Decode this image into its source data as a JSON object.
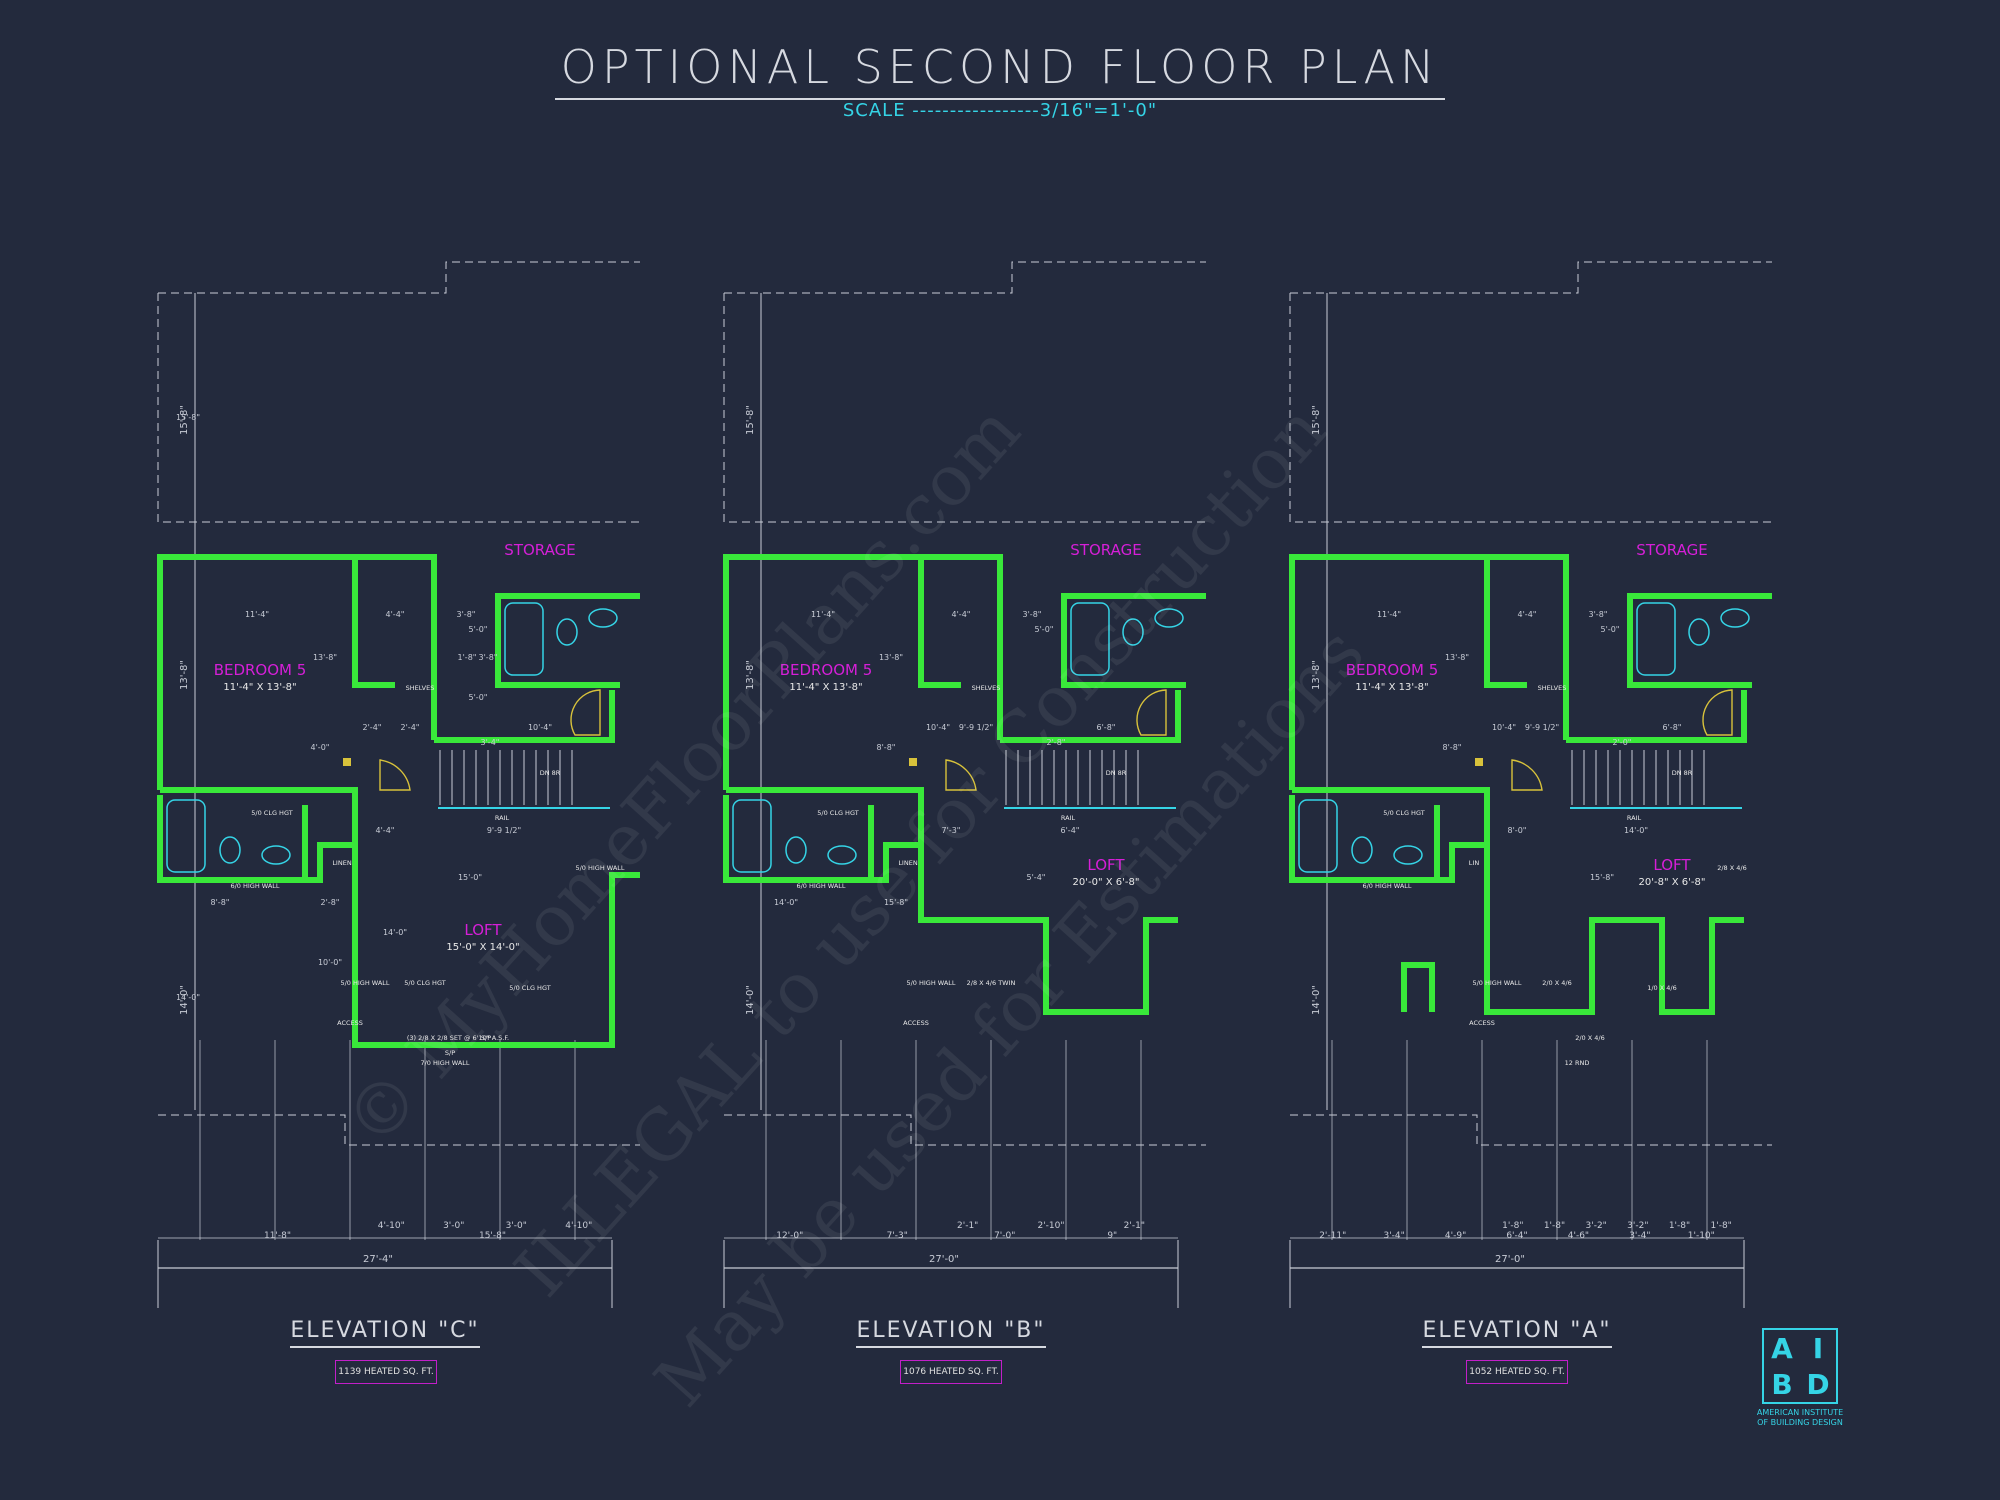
{
  "header": {
    "title": "OPTIONAL SECOND FLOOR PLAN",
    "scale": "SCALE -----------------3/16\"=1'-0\""
  },
  "colors": {
    "background": "#232a3d",
    "walls": "#39e83a",
    "room_labels": "#d61fd8",
    "dimensions": "#c8ccd6",
    "accent": "#35d4e6"
  },
  "plans": [
    {
      "elevation": "ELEVATION \"C\"",
      "heated_sqft": "1139 HEATED SQ. FT.",
      "storage": "STORAGE",
      "bedroom": "BEDROOM 5",
      "bedroom_size": "11'-4\" X 13'-8\"",
      "loft": "LOFT",
      "loft_size": "15'-0\" X 14'-0\"",
      "overall_width": "27'-4\"",
      "bottom_dims": [
        "11'-8\"",
        "15'-8\""
      ],
      "bay_dims": [
        "4'-10\"",
        "3'-0\"",
        "3'-0\"",
        "4'-10\""
      ],
      "notes": [
        "5/0 CLG HGT",
        "6/0 HIGH WALL",
        "LINEN",
        "SHELVES",
        "RAIL",
        "DN 8R",
        "ACCESS",
        "5/0 HIGH WALL",
        "5/0 CLG HGT",
        "5/0 CLG HGT",
        "5/0 HIGH WALL",
        "7/0 HIGH WALL",
        "(3) 2/8 X 2/8 SET @ 6'10\" A.S.F.",
        "S/P",
        "S/P"
      ],
      "dims": [
        "11'-4\"",
        "4'-4\"",
        "3'-8\"",
        "13'-8\"",
        "5'-0\"",
        "2'-4\"",
        "2'-4\"",
        "10'-4\"",
        "4'-0\"",
        "3'-4\"",
        "4'-4\"",
        "9'-9 1/2\"",
        "15'-0\"",
        "8'-8\"",
        "2'-8\"",
        "14'-0\"",
        "10'-0\"",
        "14'-0\"",
        "15'-8\"",
        "3'-8\"",
        "1'-8\"",
        "5'-0\""
      ]
    },
    {
      "elevation": "ELEVATION \"B\"",
      "heated_sqft": "1076 HEATED SQ. FT.",
      "storage": "STORAGE",
      "bedroom": "BEDROOM 5",
      "bedroom_size": "11'-4\" X 13'-8\"",
      "loft": "LOFT",
      "loft_size": "20'-0\" X 6'-8\"",
      "overall_width": "27'-0\"",
      "bottom_dims": [
        "12'-0\"",
        "7'-3\"",
        "7'-0\"",
        "9\""
      ],
      "bay_dims": [
        "2'-1\"",
        "2'-10\"",
        "2'-1\""
      ],
      "notes": [
        "5/0 CLG HGT",
        "6/0 HIGH WALL",
        "LINEN",
        "SHELVES",
        "RAIL",
        "DN 8R",
        "ACCESS",
        "5/0 HIGH WALL",
        "2/8 X 4/6 TWIN"
      ],
      "dims": [
        "11'-4\"",
        "4'-4\"",
        "3'-8\"",
        "13'-8\"",
        "5'-0\"",
        "10'-4\"",
        "9'-9 1/2\"",
        "6'-8\"",
        "8'-8\"",
        "2'-8\"",
        "7'-3\"",
        "6'-4\"",
        "5'-4\"",
        "14'-0\"",
        "15'-8\""
      ]
    },
    {
      "elevation": "ELEVATION \"A\"",
      "heated_sqft": "1052 HEATED SQ. FT.",
      "storage": "STORAGE",
      "bedroom": "BEDROOM 5",
      "bedroom_size": "11'-4\" X 13'-8\"",
      "loft": "LOFT",
      "loft_size": "20'-8\" X 6'-8\"",
      "overall_width": "27'-0\"",
      "bottom_dims": [
        "2'-11\"",
        "3'-4\"",
        "4'-9\"",
        "6'-4\"",
        "4'-6\"",
        "3'-4\"",
        "1'-10\""
      ],
      "bay_dims": [
        "1'-8\"",
        "1'-8\"",
        "3'-2\"",
        "3'-2\"",
        "1'-8\"",
        "1'-8\""
      ],
      "notes": [
        "5/0 CLG HGT",
        "6/0 HIGH WALL",
        "LIN",
        "SHELVES",
        "RAIL",
        "DN 8R",
        "ACCESS",
        "5/0 HIGH WALL",
        "2/0 X 4/6",
        "1/0 X 4/6",
        "2/8 X 4/6",
        "12 RND",
        "2/0 X 4/6"
      ],
      "dims": [
        "11'-4\"",
        "4'-4\"",
        "3'-8\"",
        "13'-8\"",
        "5'-0\"",
        "10'-4\"",
        "9'-9 1/2\"",
        "6'-8\"",
        "8'-8\"",
        "2'-0\"",
        "8'-0\"",
        "14'-0\"",
        "15'-8\""
      ]
    }
  ],
  "logo": {
    "letters": [
      "A",
      "I",
      "B",
      "D"
    ],
    "name": "AMERICAN INSTITUTE OF BUILDING DESIGN"
  },
  "watermark": {
    "lines": [
      "© MyHomeFloorPlans.com",
      "ILLEGAL to use for Construction",
      "May be used for Estimations"
    ]
  }
}
